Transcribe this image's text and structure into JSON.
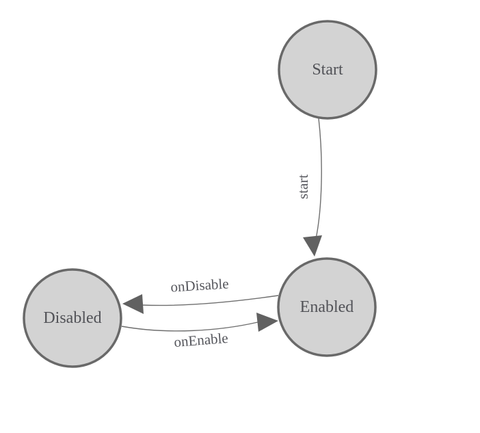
{
  "diagram": {
    "type": "state-machine",
    "background_color": "#ffffff",
    "colors": {
      "node_fill": "#d3d3d3",
      "node_stroke": "#696969",
      "edge_stroke": "#6e6e6e",
      "arrowhead": "#616161",
      "label_text": "#55565c"
    },
    "nodes": [
      {
        "id": "start",
        "label": "Start"
      },
      {
        "id": "enabled",
        "label": "Enabled"
      },
      {
        "id": "disabled",
        "label": "Disabled"
      }
    ],
    "edges": [
      {
        "from": "Start",
        "to": "Enabled",
        "label": "start"
      },
      {
        "from": "Enabled",
        "to": "Disabled",
        "label": "onDisable"
      },
      {
        "from": "Disabled",
        "to": "Enabled",
        "label": "onEnable"
      }
    ]
  }
}
